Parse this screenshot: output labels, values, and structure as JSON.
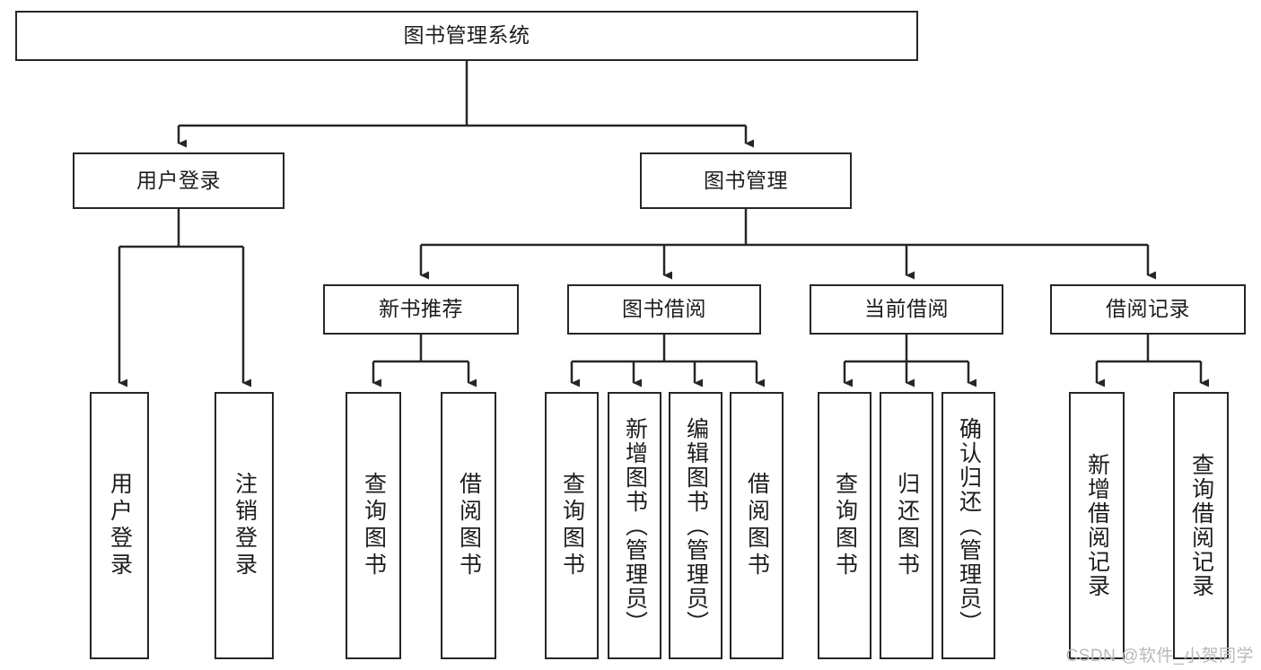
{
  "diagram": {
    "type": "tree",
    "title": "图书管理系统",
    "watermark": "CSDN @软件_小贺同学",
    "colors": {
      "stroke": "#262626",
      "fill": "#ffffff",
      "text": "#1d1d1d",
      "watermark": "#b9b9b9"
    },
    "levels": {
      "root": {
        "label": "图书管理系统"
      },
      "level2": [
        {
          "id": "user-login",
          "label": "用户登录"
        },
        {
          "id": "book-manage",
          "label": "图书管理"
        }
      ],
      "level3": [
        {
          "id": "new-book-recommend",
          "label": "新书推荐"
        },
        {
          "id": "book-borrow",
          "label": "图书借阅"
        },
        {
          "id": "current-borrow",
          "label": "当前借阅"
        },
        {
          "id": "borrow-record",
          "label": "借阅记录"
        }
      ],
      "leaves": [
        {
          "id": "leaf-user-login",
          "label": "用户登录",
          "parent": "user-login"
        },
        {
          "id": "leaf-user-logout",
          "label": "注销登录",
          "parent": "user-login"
        },
        {
          "id": "leaf-query-book-1",
          "label": "查询图书",
          "parent": "new-book-recommend"
        },
        {
          "id": "leaf-borrow-book-1",
          "label": "借阅图书",
          "parent": "new-book-recommend"
        },
        {
          "id": "leaf-query-book-2",
          "label": "查询图书",
          "parent": "book-borrow"
        },
        {
          "id": "leaf-add-book",
          "label": "新增图书（管理员）",
          "parent": "book-borrow"
        },
        {
          "id": "leaf-edit-book",
          "label": "编辑图书（管理员）",
          "parent": "book-borrow"
        },
        {
          "id": "leaf-borrow-book-2",
          "label": "借阅图书",
          "parent": "book-borrow"
        },
        {
          "id": "leaf-query-book-3",
          "label": "查询图书",
          "parent": "current-borrow"
        },
        {
          "id": "leaf-return-book",
          "label": "归还图书",
          "parent": "current-borrow"
        },
        {
          "id": "leaf-confirm-return",
          "label": "确认归还（管理员）",
          "parent": "current-borrow"
        },
        {
          "id": "leaf-add-record",
          "label": "新增借阅记录",
          "parent": "borrow-record"
        },
        {
          "id": "leaf-query-record",
          "label": "查询借阅记录",
          "parent": "borrow-record"
        }
      ]
    }
  }
}
